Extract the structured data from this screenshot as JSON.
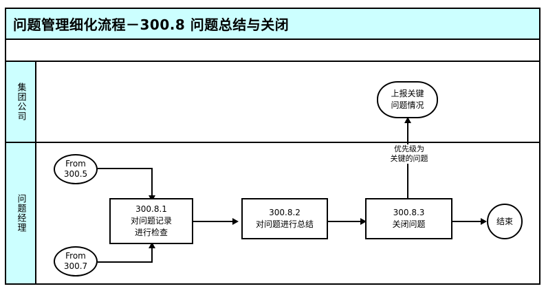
{
  "diagram": {
    "title": "问题管理细化流程－300.8 问题总结与关闭",
    "colors": {
      "header_fill": "#CCFFFF",
      "lane_fill": "#CCFFFF",
      "line": "#000000",
      "node_fill": "#FFFFFF"
    },
    "lanes": [
      {
        "id": "lane-group-company",
        "label": "集团公司"
      },
      {
        "id": "lane-problem-manager",
        "label": "问题经理"
      }
    ],
    "nodes": {
      "report_key_issue": {
        "shape": "oval",
        "line1": "上报关键",
        "line2": "问题情况"
      },
      "from_300_5": {
        "shape": "circle",
        "line1": "From",
        "line2": "300.5"
      },
      "from_300_7": {
        "shape": "circle",
        "line1": "From",
        "line2": "300.7"
      },
      "step_300_8_1": {
        "shape": "process",
        "code": "300.8.1",
        "line1": "对问题记录",
        "line2": "进行检查"
      },
      "step_300_8_2": {
        "shape": "process",
        "code": "300.8.2",
        "line1": "对问题进行总结",
        "line2": ""
      },
      "step_300_8_3": {
        "shape": "process",
        "code": "300.8.3",
        "line1": "关闭问题",
        "line2": ""
      },
      "end_node": {
        "shape": "circle",
        "line1": "结束",
        "line2": ""
      }
    },
    "edge_labels": {
      "priority_critical": {
        "line1": "优先级为",
        "line2": "关键的问题"
      }
    }
  }
}
